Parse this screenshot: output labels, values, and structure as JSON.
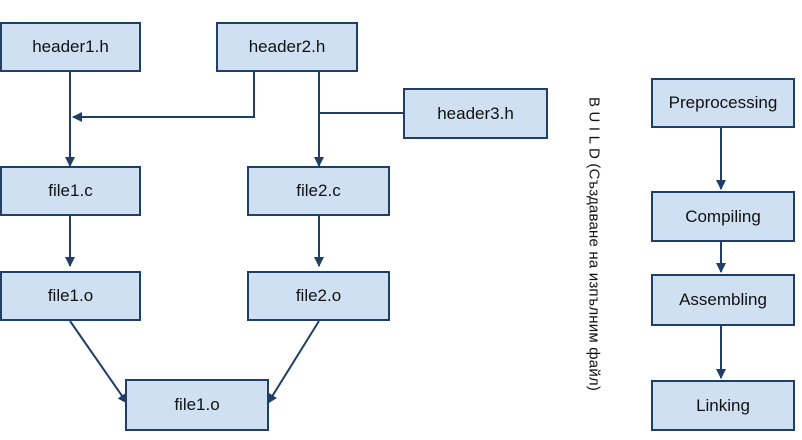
{
  "nodes": {
    "header1": "header1.h",
    "header2": "header2.h",
    "header3": "header3.h",
    "file1c": "file1.c",
    "file2c": "file2.c",
    "file1o": "file1.o",
    "file2o": "file2.o",
    "output": "file1.o"
  },
  "build_label": "B U I L D (Създаване на изпълним файл)",
  "stages": {
    "preprocessing": "Preprocessing",
    "compiling": "Compiling",
    "assembling": "Assembling",
    "linking": "Linking"
  },
  "colors": {
    "box_fill": "#cfe0f3",
    "box_border": "#1f3f66",
    "connector": "#1f3f66"
  }
}
